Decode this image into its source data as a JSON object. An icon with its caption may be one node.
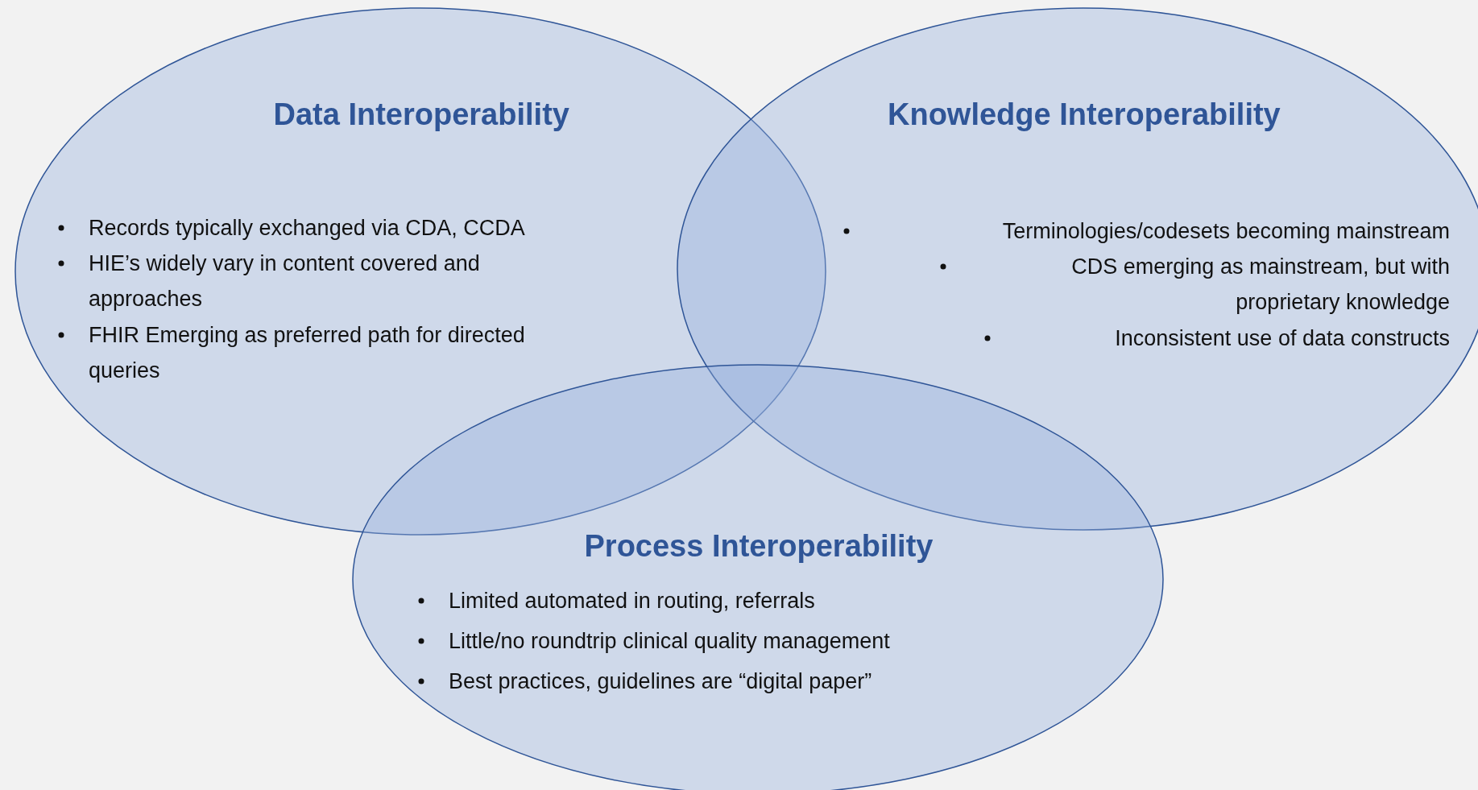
{
  "diagram": {
    "nodes": [
      {
        "text": [
          "Data Interoperability",
          "Records typically exchanged via CDA, CCDA",
          "HIE’s widely vary in content covered and approaches",
          "FHIR Emerging as preferred path for directed queries"
        ]
      },
      {
        "text": [
          "Knowledge Interoperability",
          "Terminologies/codesets becoming mainstream",
          "CDS emerging as mainstream, but with proprietary knowledge",
          "Inconsistent use of data constructs"
        ]
      },
      {
        "text": [
          "Process Interoperability",
          "Limited automated in routing, referrals",
          "Little/no roundtrip clinical quality management",
          "Best practices, guidelines are “digital paper”"
        ]
      }
    ]
  }
}
